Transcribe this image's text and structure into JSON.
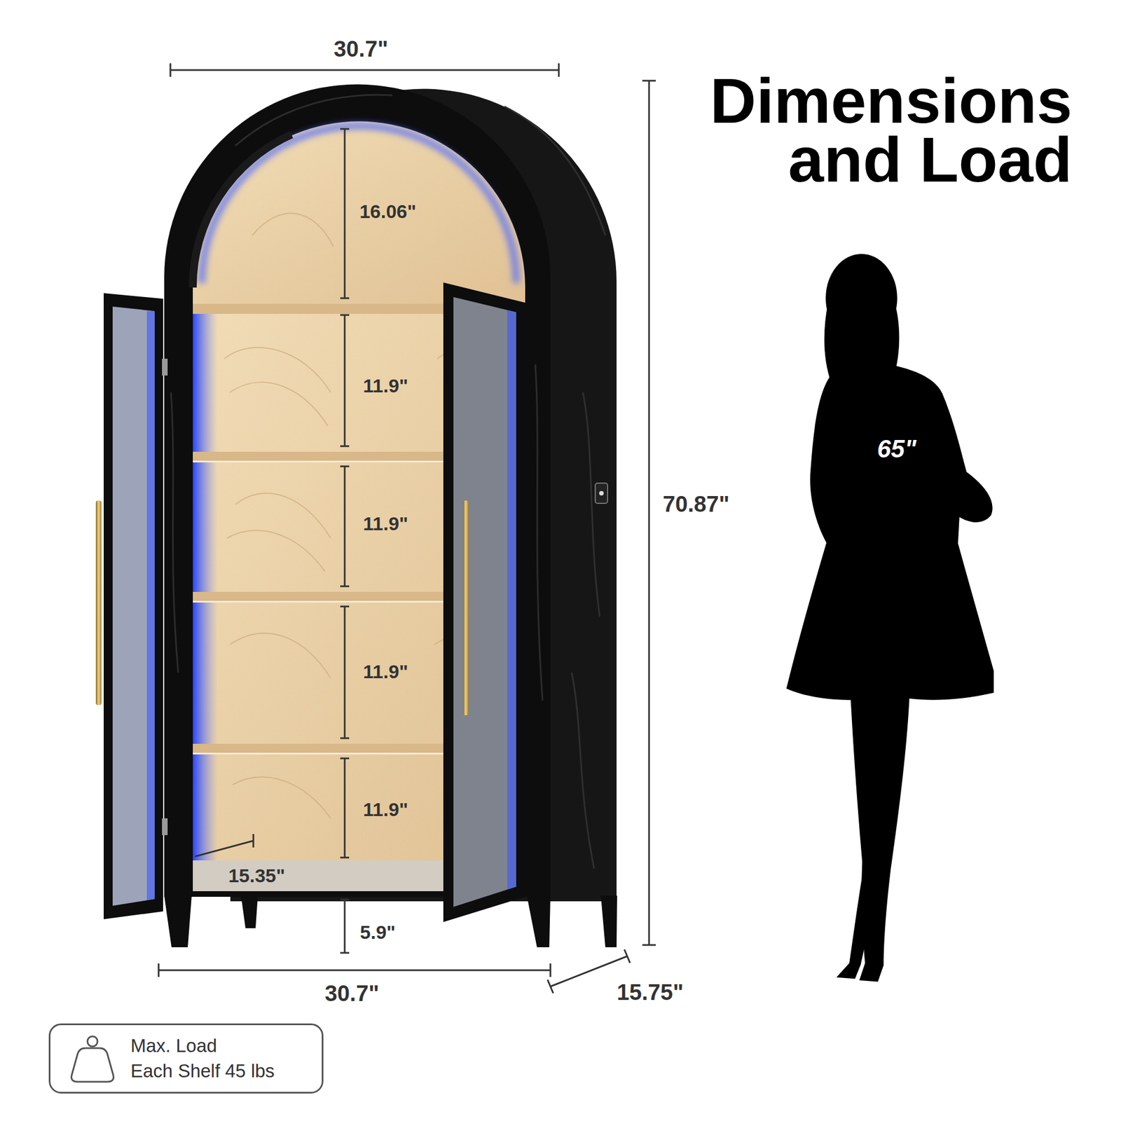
{
  "diagram": {
    "title": "Dimensions and Load",
    "nodes": [
      {
        "text": [
          "65\""
        ]
      },
      {
        "text": [
          "Max. Load",
          "Each Shelf 45 lbs"
        ]
      }
    ],
    "labels": [
      "30.7\"",
      "16.06\"",
      "11.9\"",
      "11.9\"",
      "11.9\"",
      "11.9\"",
      "15.35\"",
      "5.9\"",
      "70.87\"",
      "30.7\"",
      "15.75\""
    ]
  }
}
